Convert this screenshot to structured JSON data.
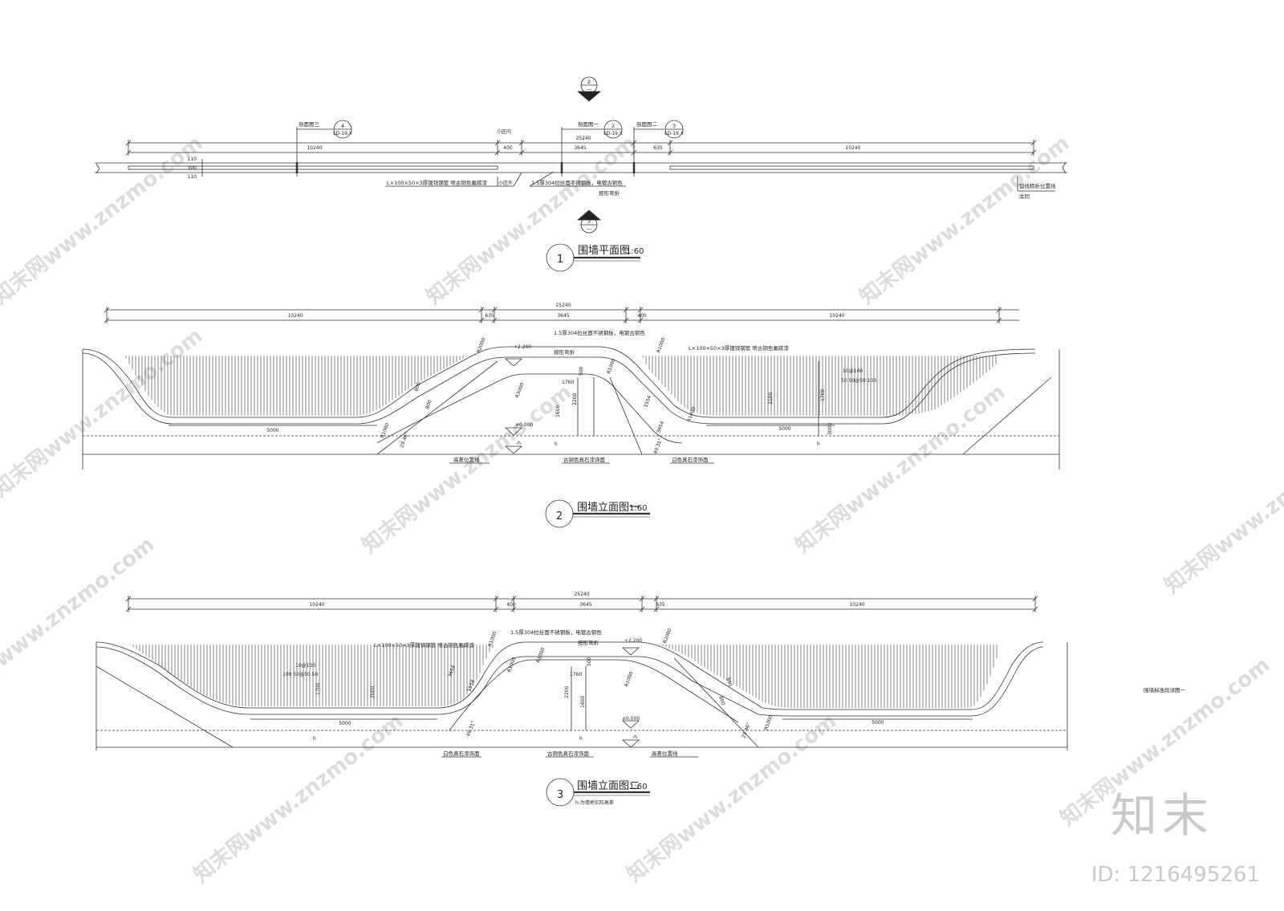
{
  "plan": {
    "title": "围墙平面图",
    "scale": "1:60",
    "num": "1",
    "dims_total": "25240",
    "dims_parts": [
      "10240",
      "400",
      "3645",
      "635",
      "10240"
    ],
    "inner_label": "小区内",
    "outer_label": "小区外",
    "note_pipe": "L×100×50×3厚镀锌钢管 喷古铜色氟碳漆",
    "note_plate": "1.5厚304拉丝面不锈钢板，电镀古铜色",
    "note_plate2": "按形弯折",
    "note_right1": "弧线转折位置线",
    "note_right2": "余同",
    "thick_dims": [
      "110",
      "300",
      "110"
    ],
    "sec3_label": "剖面图三",
    "sec1_label": "剖面图一",
    "sec2_label": "剖面图二",
    "mk4": "4",
    "mk2": "2",
    "mk3": "3",
    "mk_sub": "LD-19.X",
    "mk_dash": "—"
  },
  "elev1": {
    "title": "围墙立面图一",
    "scale": "1:60",
    "num": "2",
    "dims_total": "25240",
    "dims_parts": [
      "10240",
      "635",
      "3645",
      "400",
      "10240"
    ],
    "lev_top": "+2.200",
    "lev_zero": "±0.000",
    "lev_h": "-h",
    "r_labels": [
      "R2000",
      "R1000",
      "R3000",
      "R1000",
      "R1000",
      "R1000"
    ],
    "d_labels": [
      "500",
      "1760",
      "1600",
      "2200",
      "2100",
      "1700",
      "5000",
      "5000",
      "3000",
      "1554",
      "3654",
      "800",
      "800"
    ],
    "note_pipe": "L×100×50×3厚镀锌钢管 喷古铜色氟碳漆",
    "note_plate": "1.5厚304拉丝面不锈钢板，电镀古铜色",
    "note_plate2": "按形弯折",
    "spacing_label": "10@100",
    "spacing_parts": "50 50@50 100",
    "angle_left": "29.46°",
    "angle_right": "49.31°",
    "call_left": "高差位置线",
    "call_mid": "古铜色真石漆饰面",
    "call_right": "白色真石漆饰面",
    "h_label": "h"
  },
  "elev2": {
    "title": "围墙立面图二",
    "scale": "1:60",
    "num": "3",
    "subnote": "h:为墙地实际高差",
    "dims_total": "25240",
    "dims_parts": [
      "10240",
      "400",
      "3645",
      "635",
      "10240"
    ],
    "lev_top": "+2.200",
    "lev_zero": "±0.000",
    "lev_h": "-h",
    "r_labels": [
      "R1000",
      "R1000",
      "R1000",
      "R1000",
      "R2000",
      "R1000"
    ],
    "d_labels": [
      "500",
      "1760",
      "1600",
      "2200",
      "2000",
      "1700",
      "5000",
      "5000",
      "3654",
      "1554",
      "800",
      "800"
    ],
    "note_pipe": "L×100×50×3厚镀锌钢管 喷古铜色氟碳漆",
    "note_plate": "1.5厚304拉丝面不锈钢板，电镀古铜色",
    "note_plate2": "按形弯折",
    "spacing_label": "10@100",
    "spacing_parts": "100 50@50 50",
    "angle_left": "49.31°",
    "angle_right": "29.46°",
    "call_left": "白色真石漆饰面",
    "call_mid": "古铜色真石漆饰面",
    "call_right": "高差位置线",
    "h_label": "h"
  },
  "side_title": "围墙标准段详图一",
  "watermark": "知末网www.znzmo.com",
  "brand": "知末",
  "id_label": "ID: 1216495261"
}
